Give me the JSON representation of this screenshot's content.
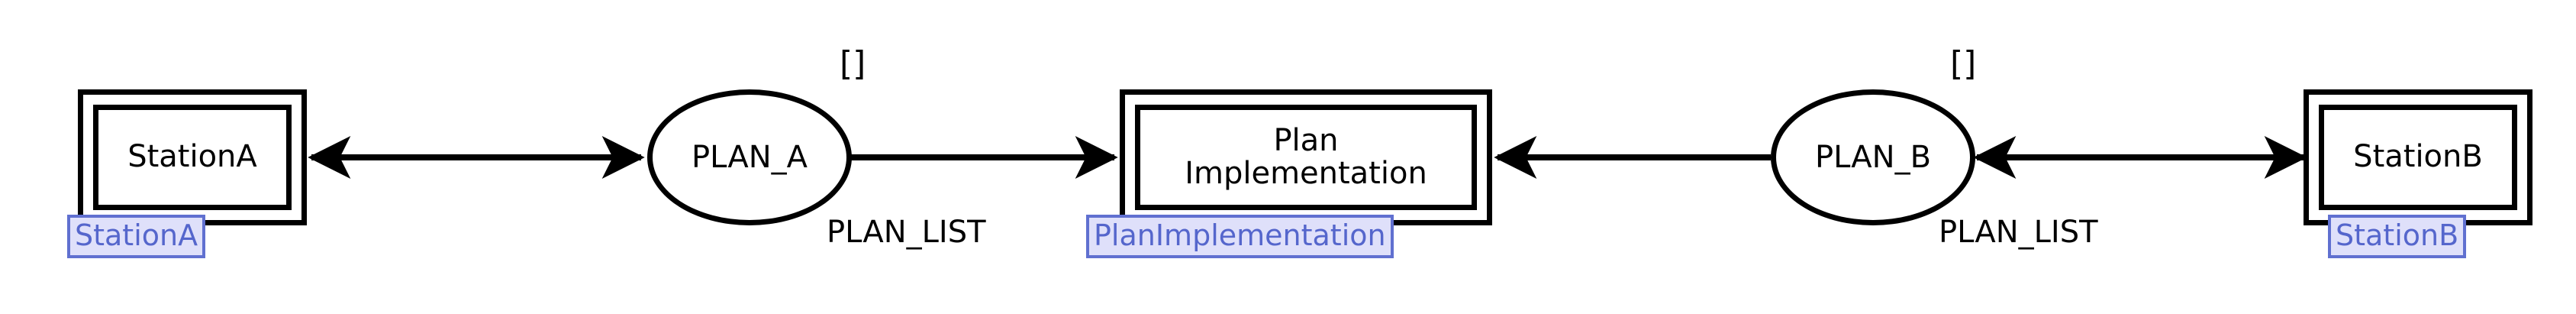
{
  "diagram": {
    "title": "Plan Implementation Petri-net flow",
    "background_color": "#ffffff",
    "stroke_color": "#000000",
    "label_text_color": "#5566cc",
    "label_fill_color": "#dfe0fa",
    "label_border_color": "#6070d0"
  },
  "nodes": {
    "station_a": {
      "shape": "double-rectangle",
      "text": "StationA",
      "instance_label": "StationA"
    },
    "plan_a": {
      "shape": "ellipse",
      "text": "PLAN_A",
      "token_annotation": "[]",
      "edge_type_label": "PLAN_LIST"
    },
    "plan_implementation": {
      "shape": "double-rectangle",
      "text": "Plan\nImplementation",
      "instance_label": "PlanImplementation"
    },
    "plan_b": {
      "shape": "ellipse",
      "text": "PLAN_B",
      "token_annotation": "[]",
      "edge_type_label": "PLAN_LIST"
    },
    "station_b": {
      "shape": "double-rectangle",
      "text": "StationB",
      "instance_label": "StationB"
    }
  },
  "edges": [
    {
      "id": "station-a-plan-a",
      "from": "station_a",
      "to": "plan_a",
      "direction": "bidirectional",
      "label": ""
    },
    {
      "id": "plan-a-plan-implementation",
      "from": "plan_a",
      "to": "plan_implementation",
      "direction": "forward",
      "label": "PLAN_LIST"
    },
    {
      "id": "plan-b-plan-implementation",
      "from": "plan_b",
      "to": "plan_implementation",
      "direction": "forward",
      "label": "PLAN_LIST"
    },
    {
      "id": "station-b-plan-b",
      "from": "station_b",
      "to": "plan_b",
      "direction": "bidirectional",
      "label": ""
    }
  ]
}
